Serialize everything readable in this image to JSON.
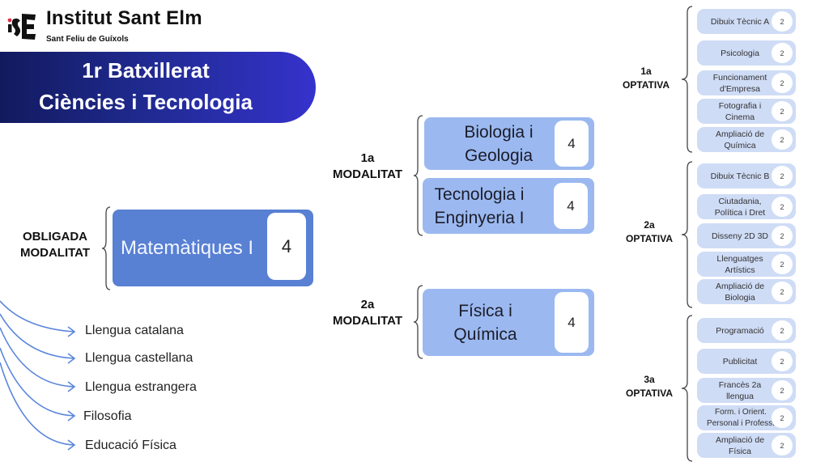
{
  "header": {
    "logo_icon": "ise-logo-icon",
    "school_name": "Institut Sant Elm",
    "school_town": "Sant Feliu de Guíxols"
  },
  "banner": {
    "line1": "1r Batxillerat",
    "line2": "Ciències i Tecnologia"
  },
  "colors": {
    "banner_start": "#121a5e",
    "banner_end": "#3532cc",
    "obligada_box": "#5880d3",
    "modalitat_box": "#9bb9f0",
    "optativa_box": "#cfdcf6",
    "arrow": "#5b86dc"
  },
  "obligada": {
    "label_line1": "OBLIGADA",
    "label_line2": "MODALITAT",
    "subject": {
      "name": "Matemàtiques I",
      "hours": "4"
    }
  },
  "modalitats": [
    {
      "label_line1": "1a",
      "label_line2": "MODALITAT",
      "subjects": [
        {
          "name_line1": "Biologia i",
          "name_line2": "Geologia",
          "hours": "4"
        },
        {
          "name_line1": "Tecnologia i",
          "name_line2": "Enginyeria I",
          "hours": "4"
        }
      ]
    },
    {
      "label_line1": "2a",
      "label_line2": "MODALITAT",
      "subjects": [
        {
          "name_line1": "Física i",
          "name_line2": "Química",
          "hours": "4"
        }
      ]
    }
  ],
  "optatives": [
    {
      "label_line1": "1a",
      "label_line2": "OPTATIVA",
      "subjects": [
        {
          "name_line1": "Dibuix Tècnic A",
          "name_line2": "",
          "hours": "2"
        },
        {
          "name_line1": "Psicologia",
          "name_line2": "",
          "hours": "2"
        },
        {
          "name_line1": "Funcionament",
          "name_line2": "d'Empresa",
          "hours": "2"
        },
        {
          "name_line1": "Fotografia i",
          "name_line2": "Cinema",
          "hours": "2"
        },
        {
          "name_line1": "Ampliació de",
          "name_line2": "Química",
          "hours": "2"
        }
      ]
    },
    {
      "label_line1": "2a",
      "label_line2": "OPTATIVA",
      "subjects": [
        {
          "name_line1": "Dibuix Tècnic B",
          "name_line2": "",
          "hours": "2"
        },
        {
          "name_line1": "Ciutadania,",
          "name_line2": "Política i Dret",
          "hours": "2"
        },
        {
          "name_line1": "Disseny 2D 3D",
          "name_line2": "",
          "hours": "2"
        },
        {
          "name_line1": "Llenguatges",
          "name_line2": "Artístics",
          "hours": "2"
        },
        {
          "name_line1": "Ampliació de",
          "name_line2": "Biologia",
          "hours": "2"
        }
      ]
    },
    {
      "label_line1": "3a",
      "label_line2": "OPTATIVA",
      "subjects": [
        {
          "name_line1": "Programació",
          "name_line2": "",
          "hours": "2"
        },
        {
          "name_line1": "Publicitat",
          "name_line2": "",
          "hours": "2"
        },
        {
          "name_line1": "Francès 2a",
          "name_line2": "llengua",
          "hours": "2"
        },
        {
          "name_line1": "Form. i Orient.",
          "name_line2": "Personal i Profess.",
          "hours": "2"
        },
        {
          "name_line1": "Ampliació de",
          "name_line2": "Física",
          "hours": "2"
        }
      ]
    }
  ],
  "comunes": [
    "Llengua catalana",
    "Llengua castellana",
    "Llengua estrangera",
    "Filosofia",
    "Educació Física"
  ]
}
